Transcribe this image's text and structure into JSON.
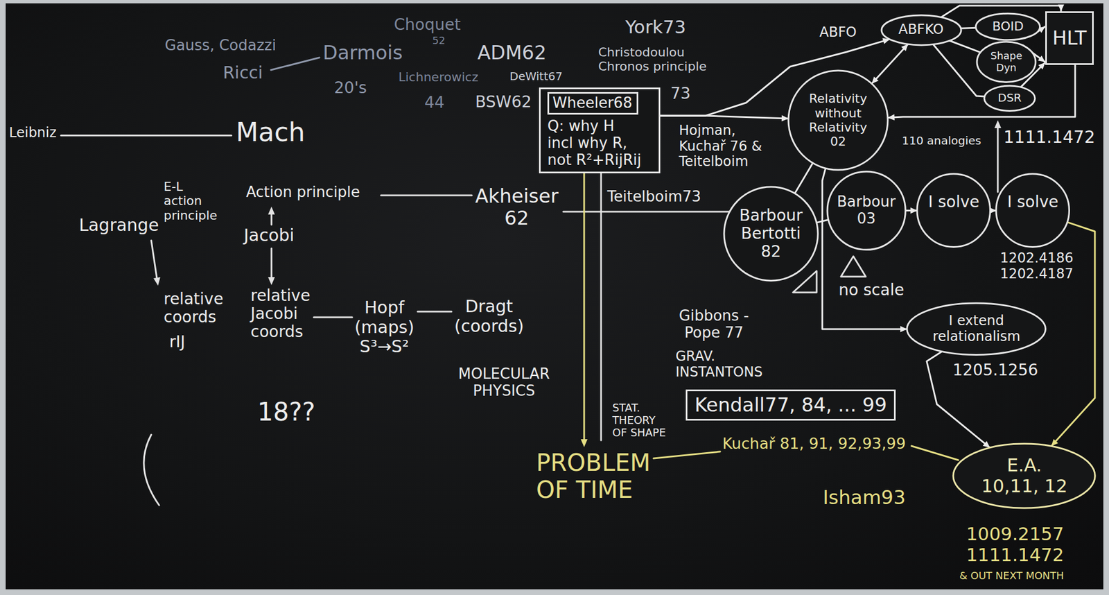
{
  "diagram": {
    "nodes": [
      {
        "text": [
          "Q: why H incl why R, not R²+RijRij"
        ]
      },
      {
        "text": [
          "Wheeler68"
        ],
        "in": 0
      },
      {
        "text": [
          "Relativity without Relativity 02"
        ]
      },
      {
        "text": [
          "ABFKO"
        ]
      },
      {
        "text": [
          "BOID"
        ]
      },
      {
        "text": [
          "Shape Dyn"
        ]
      },
      {
        "text": [
          "DSR"
        ]
      },
      {
        "text": [
          "HLT"
        ]
      },
      {
        "text": [
          "Barbour Bertotti 82"
        ]
      },
      {
        "text": [
          "Barbour 03"
        ]
      },
      {
        "text": [
          "I solve"
        ]
      },
      {
        "text": [
          "I solve"
        ]
      },
      {
        "text": [
          "I extend relationalism"
        ]
      },
      {
        "text": [
          "Kendall77, 84, ... 99"
        ]
      },
      {
        "text": [
          "E.A. 10,11, 12"
        ]
      }
    ],
    "edges": [
      {
        "from": 0,
        "to": 2,
        "arrow": "to"
      },
      {
        "from": 0,
        "to": 3,
        "arrow": "to"
      },
      {
        "from": 2,
        "to": 3,
        "arrow": "both"
      },
      {
        "from": 3,
        "to": 4,
        "arrow": "none"
      },
      {
        "from": 3,
        "to": 5,
        "arrow": "none"
      },
      {
        "from": 3,
        "to": 6,
        "arrow": "none"
      },
      {
        "from": 4,
        "to": 7,
        "arrow": "to"
      },
      {
        "from": 5,
        "to": 7,
        "arrow": "to"
      },
      {
        "from": 6,
        "to": 7,
        "arrow": "to"
      },
      {
        "from": 3,
        "to": 7,
        "arrow": "to"
      },
      {
        "from": 7,
        "to": 2,
        "arrow": "to"
      },
      {
        "from": 8,
        "to": 2,
        "arrow": "none"
      },
      {
        "from": 8,
        "to": 9,
        "arrow": "none"
      },
      {
        "from": 9,
        "to": 10,
        "arrow": "to"
      },
      {
        "from": 10,
        "to": 11,
        "arrow": "to"
      },
      {
        "from": 2,
        "to": 12,
        "arrow": "to"
      },
      {
        "from": 12,
        "to": 14,
        "arrow": "to"
      },
      {
        "from": 11,
        "to": 14,
        "arrow": "to"
      }
    ],
    "labels": [
      "Gauss, Codazzi",
      "Ricci",
      "Darmois",
      "20's",
      "Choquet",
      "52",
      "ADM62",
      "Lichnerowicz",
      "44",
      "DeWitt67",
      "BSW62",
      "York73",
      "Christodoulou Chronos principle",
      "73",
      "Hojman, Kuchař 76 & Teitelboim",
      "Teitelboim73",
      "Leibniz",
      "Mach",
      "E-L action principle",
      "Lagrange",
      "Action principle",
      "Jacobi",
      "Akheiser 62",
      "relative coords",
      "rIJ",
      "relative Jacobi coords",
      "Hopf (maps) S³→S²",
      "Dragt (coords)",
      "MOLECULAR PHYSICS",
      "18??",
      "Gibbons - Pope 77",
      "GRAV. INSTANTONS",
      "STAT. THEORY OF SHAPE",
      "PROBLEM OF TIME",
      "Kuchař 81, 91, 92,93,99",
      "Isham93",
      "ABFO",
      "110 analogies",
      "1111.1472",
      "1202.4186 1202.4187",
      "no scale",
      "1205.1256",
      "1009.2157 1111.1472",
      "& OUT NEXT MONTH"
    ]
  }
}
